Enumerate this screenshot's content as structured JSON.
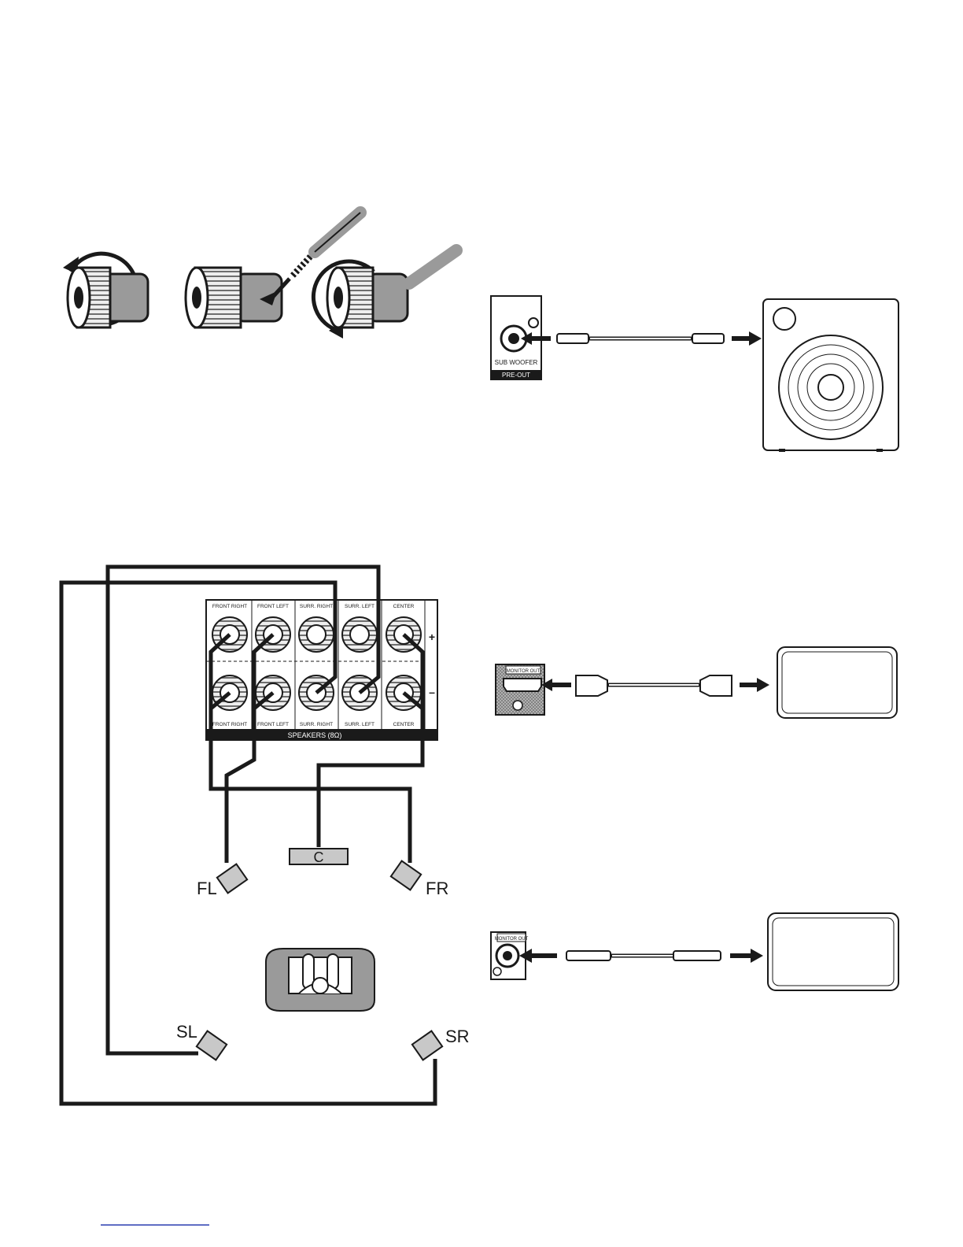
{
  "terminal_panel": {
    "columns": [
      "FRONT RIGHT",
      "FRONT LEFT",
      "SURR. RIGHT",
      "SURR. LEFT",
      "CENTER"
    ],
    "plus_sign": "+",
    "minus_sign": "–",
    "footer": "SPEAKERS (8Ω)"
  },
  "speakers": {
    "front_left": "FL",
    "front_right": "FR",
    "center": "C",
    "surround_left": "SL",
    "surround_right": "SR"
  },
  "subwoofer_jack": {
    "label": "SUB WOOFER",
    "group": "PRE-OUT"
  },
  "hdmi_jack": {
    "label": "MONITOR OUT"
  },
  "composite_jack": {
    "label": "MONITOR OUT"
  },
  "colors": {
    "line": "#1a1a1a",
    "gray_fill": "#9a9a9a",
    "light_gray": "#c8c8c8",
    "footer_link": "#2a3fb0"
  }
}
